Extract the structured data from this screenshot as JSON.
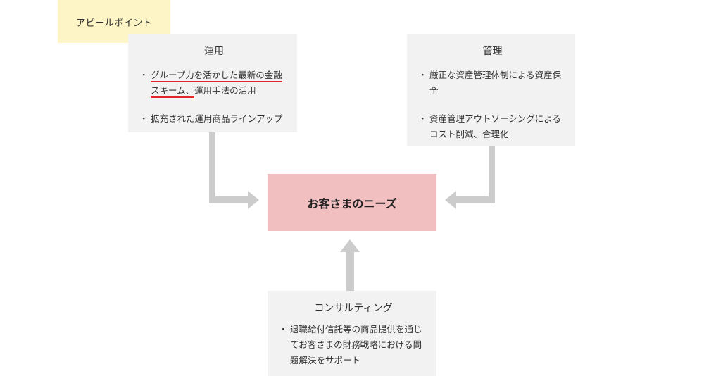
{
  "callout": {
    "label": "アピールポイント"
  },
  "unyou": {
    "title": "運用",
    "items": [
      {
        "highlight": "グループ力を活かした最新の金融スキーム、",
        "rest": "運用手法の活用"
      },
      {
        "text": "拡充された運用商品ラインアップ"
      }
    ]
  },
  "kanri": {
    "title": "管理",
    "items": [
      {
        "text": "厳正な資産管理体制による資産保全"
      },
      {
        "text": "資産管理アウトソーシングによるコスト削減、合理化"
      }
    ]
  },
  "needs": {
    "label": "お客さまのニーズ"
  },
  "consulting": {
    "title": "コンサルティング",
    "items": [
      {
        "text": "退職給付信託等の商品提供を通じてお客さまの財務戦略における問題解決をサポート"
      }
    ]
  },
  "colors": {
    "box_bg": "#f2f2f2",
    "needs_bg": "#f2bfc0",
    "callout_bg": "#fdf5c5",
    "highlight_underline": "#e2262e",
    "arrow": "#cccccc"
  }
}
